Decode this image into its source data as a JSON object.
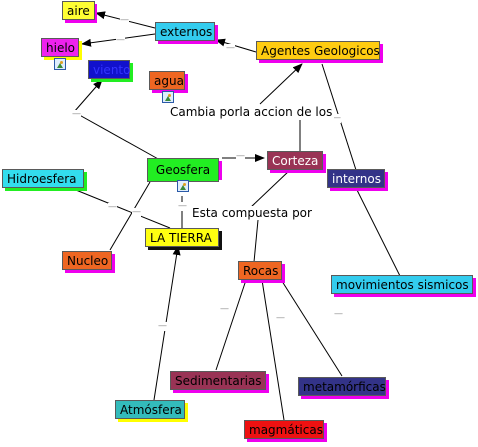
{
  "diagram": {
    "nodes": {
      "aire": "aire",
      "externos": "externos",
      "hielo": "hielo",
      "viento": "viento",
      "agua": "agua",
      "agentes": "Agentes Geologicos",
      "geosfera": "Geosfera",
      "corteza": "Corteza",
      "internos": "internos",
      "hidroesfera": "Hidroesfera",
      "latierra": "LA TIERRA",
      "nucleo": "Nucleo",
      "rocas": "Rocas",
      "movimientos": "movimientos sismicos",
      "sedimentarias": "Sedimentarias",
      "metamorficas": "metamórficas",
      "atmosfera": "Atmósfera",
      "magmaticas": "magmáticas"
    },
    "link_labels": {
      "cambia": "Cambia porla accion de los",
      "compuesta": "Esta compuesta por"
    },
    "colors": {
      "aire": "#ffff33",
      "externos": "#33ccee",
      "hielo": "#ee22ee",
      "viento": "#1111cc",
      "agua": "#ee6622",
      "agentes": "#ffcc11",
      "geosfera": "#22ee22",
      "corteza": "#993355",
      "internos": "#333388",
      "hidroesfera": "#33ddee",
      "latierra": "#ffff11",
      "nucleo": "#ee6622",
      "rocas": "#ee6622",
      "movimientos": "#33ccee",
      "sedimentarias": "#993355",
      "metamorficas": "#333388",
      "atmosfera": "#33bbbb",
      "magmaticas": "#ee1111",
      "shadow_yellow": "#ffff00",
      "shadow_magenta": "#ee00ee",
      "shadow_green": "#22ee22"
    }
  }
}
